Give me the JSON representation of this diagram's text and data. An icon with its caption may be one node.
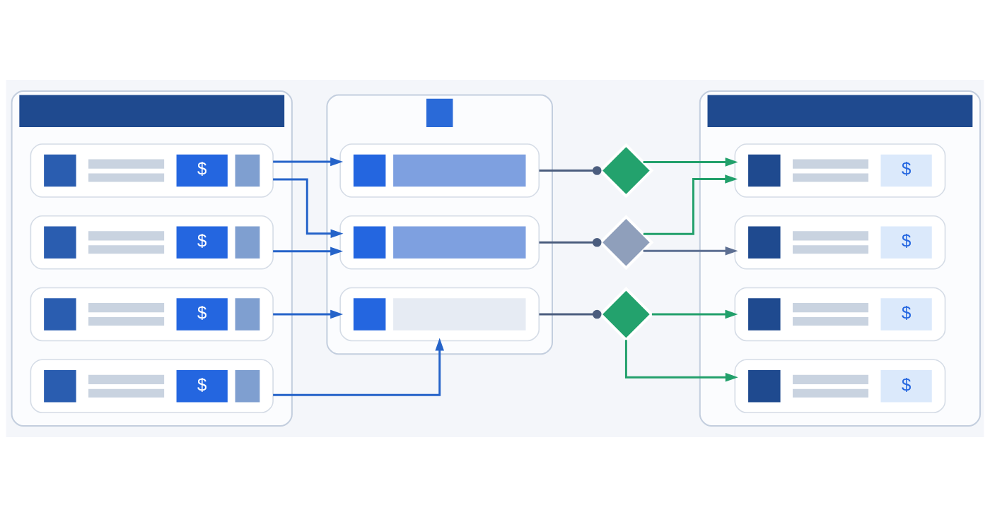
{
  "diagram": {
    "nodes": [
      {
        "text": [],
        "shape": "box"
      },
      {
        "text": [
          "$"
        ],
        "in": 0
      },
      {
        "text": [
          "$"
        ],
        "in": 0
      },
      {
        "text": [
          "$"
        ],
        "in": 0
      },
      {
        "text": [
          "$"
        ],
        "in": 0
      },
      {
        "text": [],
        "shape": "box"
      },
      {
        "text": [],
        "shape": "box",
        "in": 5
      },
      {
        "text": [],
        "shape": "box",
        "in": 5
      },
      {
        "text": [],
        "shape": "box",
        "in": 5
      },
      {
        "text": [],
        "shape": "diamond"
      },
      {
        "text": [],
        "shape": "diamond"
      },
      {
        "text": [],
        "shape": "diamond"
      },
      {
        "text": [],
        "shape": "box"
      },
      {
        "text": [
          "$"
        ],
        "in": 12
      },
      {
        "text": [
          "$"
        ],
        "in": 12
      },
      {
        "text": [
          "$"
        ],
        "in": 12
      },
      {
        "text": [
          "$"
        ],
        "in": 12
      }
    ],
    "edges": [
      {
        "from": 1,
        "to": 6,
        "arrow": "to",
        "color": "#2563c9"
      },
      {
        "from": 1,
        "to": 7,
        "arrow": "to",
        "color": "#2563c9"
      },
      {
        "from": 2,
        "to": 7,
        "arrow": "to",
        "color": "#2563c9"
      },
      {
        "from": 3,
        "to": 8,
        "arrow": "to",
        "color": "#2563c9"
      },
      {
        "from": 4,
        "to": 8,
        "arrow": "to",
        "color": "#2563c9"
      },
      {
        "from": 6,
        "to": 9,
        "arrow": "other",
        "color": "#4b5d7e"
      },
      {
        "from": 7,
        "to": 10,
        "arrow": "other",
        "color": "#4b5d7e"
      },
      {
        "from": 8,
        "to": 11,
        "arrow": "other",
        "color": "#4b5d7e"
      },
      {
        "from": 9,
        "to": 13,
        "arrow": "to",
        "color": "#22a06b"
      },
      {
        "from": 10,
        "to": 13,
        "arrow": "to",
        "color": "#22a06b"
      },
      {
        "from": 10,
        "to": 14,
        "arrow": "to",
        "color": "#5d6f92"
      },
      {
        "from": 11,
        "to": 15,
        "arrow": "to",
        "color": "#22a06b"
      },
      {
        "from": 11,
        "to": 16,
        "arrow": "to",
        "color": "#22a06b"
      }
    ]
  }
}
